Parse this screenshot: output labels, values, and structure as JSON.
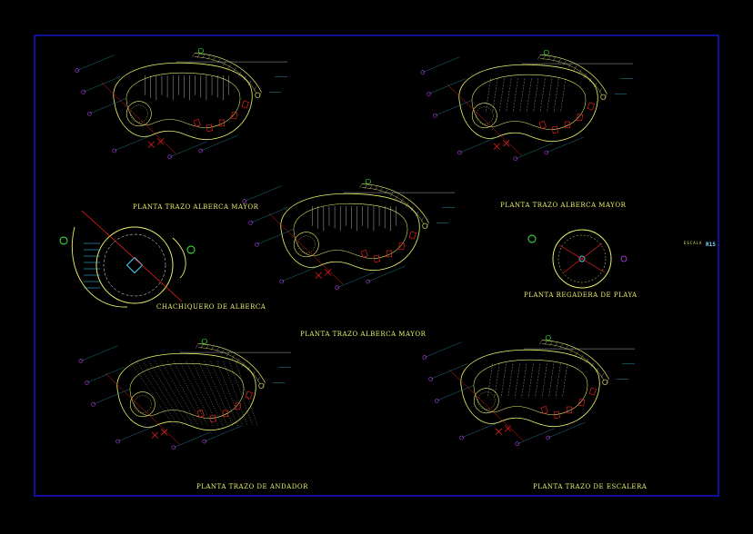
{
  "drawing": {
    "titles": {
      "t1": "PLANTA TRAZO ALBERCA MAYOR",
      "t2": "PLANTA TRAZO ALBERCA MAYOR",
      "t3": "PLANTA TRAZO ALBERCA MAYOR",
      "t4": "CHACHIQUERO DE ALBERCA",
      "t5": "PLANTA REGADERA DE PLAYA",
      "t6": "PLANTA TRAZO DE ANDADOR",
      "t7": "PLANTA TRAZO DE ESCALERA"
    },
    "small_labels": {
      "escala": "ESCALA",
      "sheet_id": "R15"
    },
    "colors": {
      "background": "#000000",
      "border": "#1a1aff",
      "pool_outline": "#e9ef6a",
      "hatch": "#ffffff",
      "red_marks": "#ff2020",
      "cyan_callouts": "#3ad8ff",
      "magenta_markers": "#d040ff",
      "green_markers": "#42ff42"
    }
  }
}
